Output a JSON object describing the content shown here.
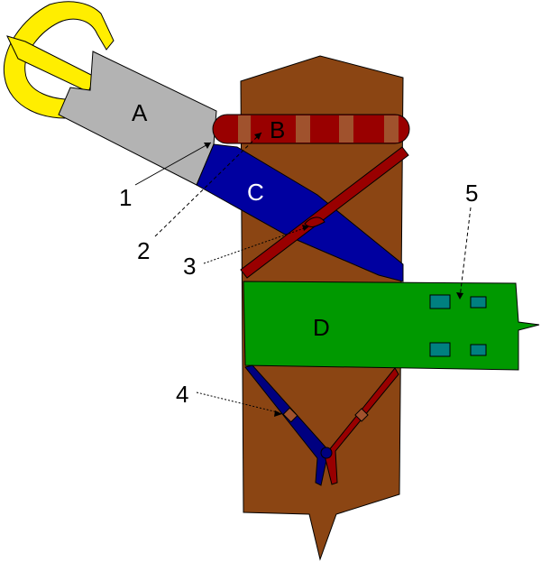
{
  "labels": {
    "a": "A",
    "b": "B",
    "c": "C",
    "d": "D",
    "n1": "1",
    "n2": "2",
    "n3": "3",
    "n4": "4",
    "n5": "5"
  },
  "colors": {
    "scabbard": "#8b4513",
    "hilt_guard": "#ffee00",
    "grip_gray": "#b3b3b3",
    "collar_red": "#990000",
    "collar_tan": "#a0522d",
    "blade_blue": "#0000a0",
    "strap_red": "#990000",
    "belt_green": "#009900",
    "belt_holes": "#008080",
    "cord_blue": "#000080"
  }
}
